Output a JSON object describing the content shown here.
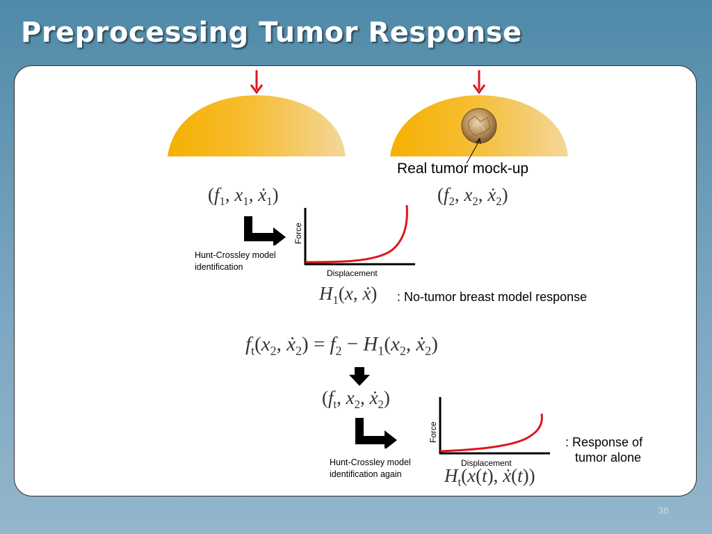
{
  "slide": {
    "title": "Preprocessing Tumor Response",
    "page_number": "36"
  },
  "top": {
    "tumor_label": "Real tumor mock-up",
    "tuple1": {
      "f": "f",
      "f_sub": "1",
      "x": "x",
      "x_sub": "1",
      "xd_sub": "1"
    },
    "tuple2": {
      "f": "f",
      "f_sub": "2",
      "x": "x",
      "x_sub": "2",
      "xd_sub": "2"
    }
  },
  "model1": {
    "identify_label_line1": "Hunt-Crossley model",
    "identify_label_line2": "identification",
    "response_label": ": No-tumor breast model response",
    "H_sub": "1"
  },
  "chart1": {
    "ylabel": "Force",
    "xlabel": "Displacement"
  },
  "equation": {
    "lhs_sub": "t",
    "rhs_f_sub": "2",
    "rhs_H_sub": "1",
    "x_sub": "2"
  },
  "model2": {
    "tuple_f_sub": "t",
    "tuple_x_sub": "2",
    "identify_label_line1": "Hunt-Crossley model",
    "identify_label_line2": "identification again",
    "response_label_line1": ": Response of",
    "response_label_line2": "tumor  alone",
    "H_sub": "t"
  },
  "chart2": {
    "ylabel": "Force",
    "xlabel": "Displacement"
  },
  "colors": {
    "breast_fill": "#f5b41c",
    "arrow_red": "#e0141c",
    "curve_red": "#e0141c",
    "tumor": "#b8915a"
  }
}
